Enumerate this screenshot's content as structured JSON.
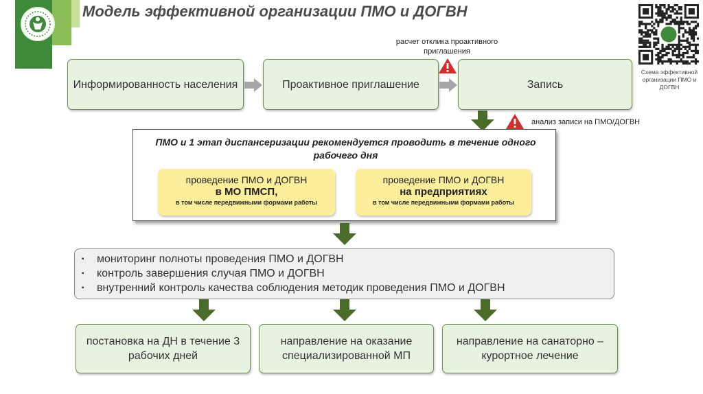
{
  "title": "Модель эффективной организации ПМО и ДОГВН",
  "qr_caption": "Схема эффективной организации ПМО и ДОГВН",
  "flow": {
    "box1": "Информированность населения",
    "box2": "Проактивное приглашение",
    "box3": "Запись"
  },
  "notes": {
    "raschet": "расчет отклика проактивного приглашения",
    "analiz": "анализ записи на ПМО/ДОГВН"
  },
  "central": {
    "heading": "ПМО и 1 этап диспансеризации рекомендуется проводить в течение одного рабочего дня",
    "left": {
      "line1": "проведение ПМО и ДОГВН",
      "line2": "в МО ПМСП,",
      "line3": "в том числе передвижными формами работы"
    },
    "right": {
      "line1": "проведение ПМО и ДОГВН",
      "line2": "на предприятиях",
      "line3": "в том числе передвижными формами работы"
    }
  },
  "monitoring": {
    "bullet": "▪",
    "items": [
      "мониторинг полноты проведения ПМО и ДОГВН",
      "контроль завершения случая ПМО и ДОГВН",
      "внутренний контроль качества соблюдения методик проведения ПМО и ДОГВН"
    ]
  },
  "outcomes": {
    "b1": "постановка на ДН в течение 3 рабочих дней",
    "b2": "направление на оказание специализированной МП",
    "b3": "направление на санаторно – курортное лечение"
  },
  "colors": {
    "green_box_fill": "#e8f2e0",
    "green_box_border": "#6b8f4e",
    "dark_arrow": "#4a6b2a",
    "grey_arrow": "#a6a6a6",
    "warning_red": "#d42b2b",
    "yellow_box": "#fcee9b",
    "logo_green": "#3e8a3a"
  },
  "icons": {
    "warning": "warning-triangle-icon",
    "logo": "health-logo-icon",
    "qr": "qr-code-icon"
  }
}
